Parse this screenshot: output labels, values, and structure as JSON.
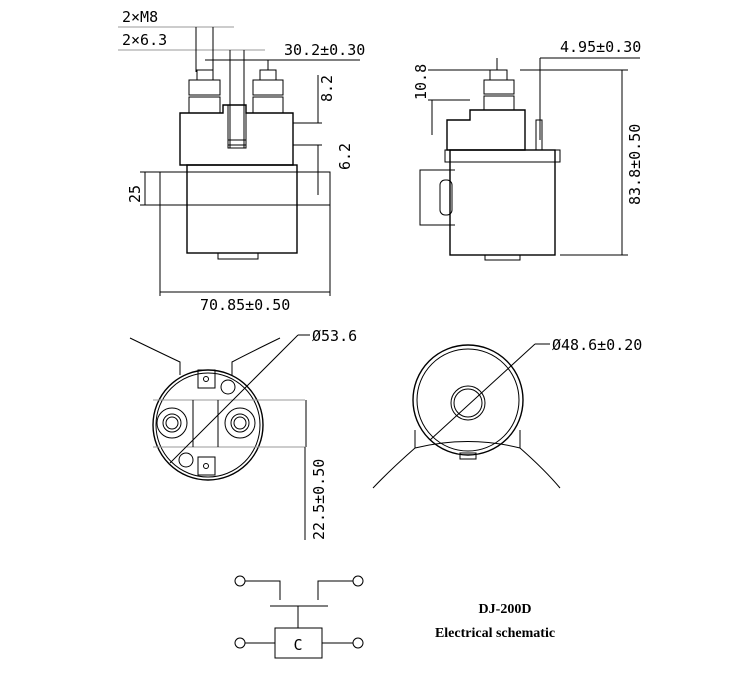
{
  "front_view": {
    "terminal_thread": "2×M8",
    "tab_width": "2×6.3",
    "terminal_spacing": "30.2±0.30",
    "terminal_height": "8.2",
    "tab_height": "6.2",
    "flange_height": "25",
    "width": "70.85±0.50"
  },
  "side_view": {
    "offset": "4.95±0.30",
    "top_height": "10.8",
    "total_height": "83.8±0.50"
  },
  "top_view": {
    "diameter": "Ø53.6",
    "band_width": "22.5±0.50"
  },
  "bottom_view": {
    "diameter": "Ø48.6±0.20"
  },
  "schematic": {
    "coil_label": "C",
    "model": "DJ-200D",
    "title": "Electrical schematic"
  }
}
